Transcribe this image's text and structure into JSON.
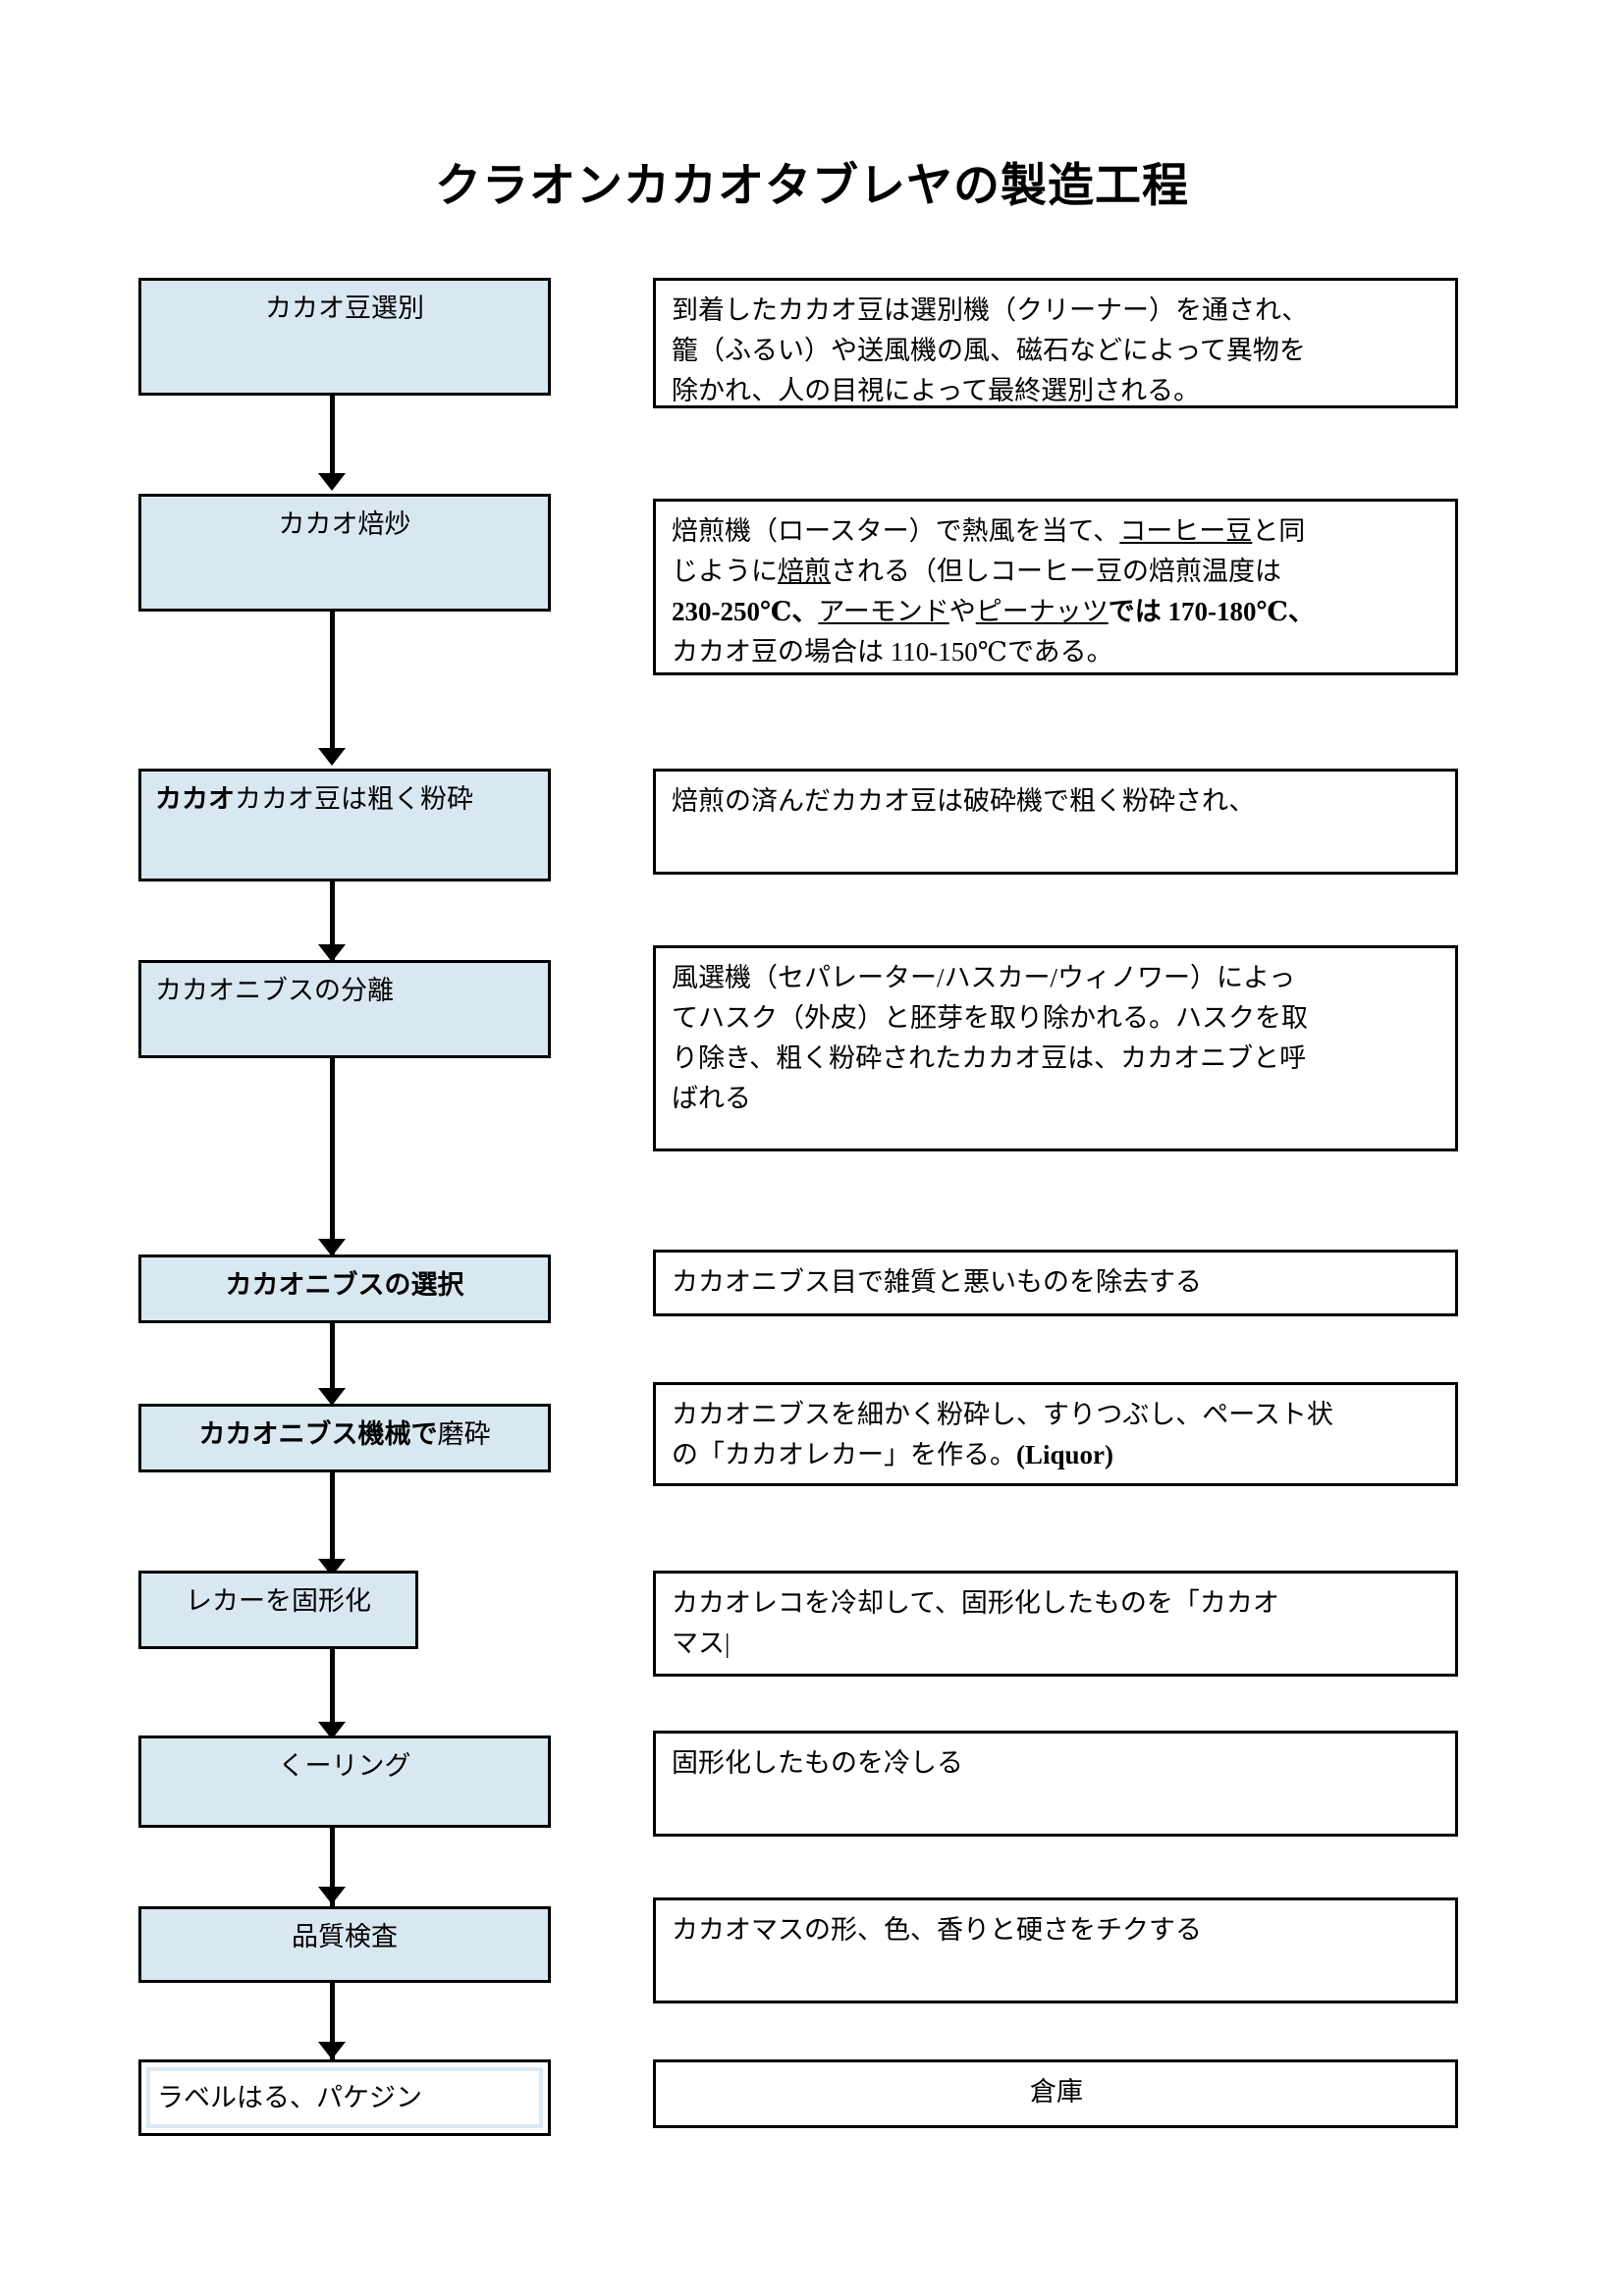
{
  "document": {
    "title": "クラオンカカオタブレヤの製造工程",
    "language": "ja"
  },
  "process_steps": [
    {
      "label": "カカオ豆選別",
      "align": "center",
      "bold": false
    },
    {
      "label": "カカオ焙炒",
      "align": "center",
      "bold": false
    },
    {
      "label_bold_part": "カカオ",
      "label_regular_part": "カカオ豆は粗く粉砕",
      "align": "left",
      "bold": false
    },
    {
      "label": "カカオニブスの分離",
      "align": "left",
      "bold": false
    },
    {
      "label": "カカオニブスの選択",
      "align": "center",
      "bold": true
    },
    {
      "label_bold_part": "カカオニブス機械で",
      "label_regular_part": "磨砕",
      "align": "center",
      "bold": false
    },
    {
      "label": "レカーを固形化",
      "align": "center",
      "bold": false
    },
    {
      "label": "くーリング",
      "align": "center",
      "bold": false
    },
    {
      "label": "品質検査",
      "align": "center",
      "bold": false
    },
    {
      "label": "ラベルはる、パケジン",
      "align": "left",
      "bold": false
    }
  ],
  "descriptions": [
    {
      "line1": "到着したカカオ豆は選別機（クリーナー）を通され、",
      "line2": "籠（ふるい）や送風機の風、磁石などによって異物を",
      "line3": "除かれ、人の目視によって最終選別される。"
    },
    {
      "r2_a": "焙煎機（ロースター）で熱風を当て、",
      "r2_u1": "コーヒー豆",
      "r2_b": "と同",
      "r2_c": "じように",
      "r2_u2": "焙煎",
      "r2_d": "される（但しコーヒー豆の焙煎温度は",
      "r2_e": "230-250℃、",
      "r2_u3": "アーモンド",
      "r2_f": "や",
      "r2_u4": "ピーナッツ",
      "r2_g": "では 170-180℃、",
      "r2_h": "カカオ豆の場合は 110-150℃である。"
    },
    {
      "line1": "焙煎の済んだカカオ豆は破砕機で粗く粉砕され、"
    },
    {
      "line1": "風選機（セパレーター/ハスカー/ウィノワー）によっ",
      "line2": "てハスク（外皮）と胚芽を取り除かれる。ハスクを取",
      "line3": "り除き、粗く粉砕されたカカオ豆は、カカオニブと呼",
      "line4": "ばれる"
    },
    {
      "line1": "カカオニブス目で雑質と悪いものを除去する"
    },
    {
      "line1": "カカオニブスを細かく粉砕し、すりつぶし、ペースト状",
      "line2a": "の「カカオレカー」を作る。",
      "line2b": "(Liquor)"
    },
    {
      "line1": "カカオレコを冷却して、固形化したものを「カカオ",
      "line2": "マス|"
    },
    {
      "line1": "固形化したものを冷しる"
    },
    {
      "line1": "カカオマスの形、色、香りと硬さをチクする"
    },
    {
      "line1": "倉庫"
    }
  ],
  "colors": {
    "process_box_fill": "#d9e8f0",
    "box_border": "#000000",
    "page_background": "#ffffff",
    "text": "#000000",
    "last_box_ring": "#dce9f2"
  }
}
